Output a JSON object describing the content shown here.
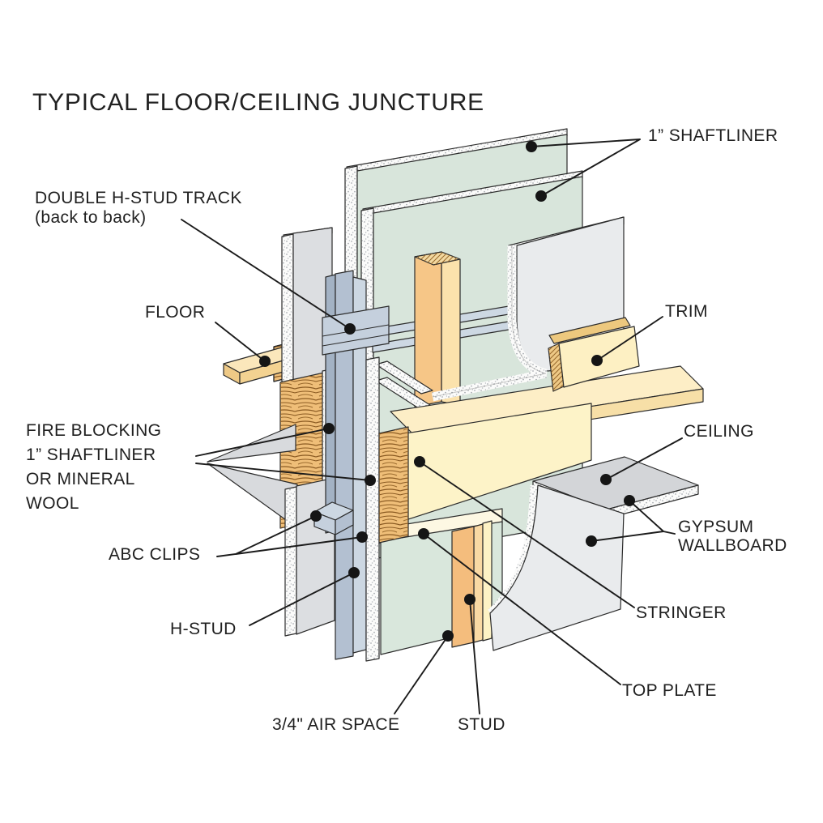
{
  "title": "TYPICAL FLOOR/CEILING JUNCTURE",
  "labels": {
    "shaftliner": "1” SHAFTLINER",
    "double_track": {
      "line1": "DOUBLE H-STUD TRACK",
      "line2": "(back to back)"
    },
    "floor": "FLOOR",
    "trim": "TRIM",
    "fire_blocking": {
      "line1": "FIRE BLOCKING",
      "line2": "1” SHAFTLINER",
      "line3": "OR MINERAL",
      "line4": "WOOL"
    },
    "ceiling": "CEILING",
    "gypsum": {
      "line1": "GYPSUM",
      "line2": "WALLBOARD"
    },
    "abc_clips": "ABC CLIPS",
    "h_stud": "H-STUD",
    "stringer": "STRINGER",
    "top_plate": "TOP PLATE",
    "air_space": "3/4\" AIR SPACE",
    "stud": "STUD"
  },
  "palette": {
    "line": "#1f1f1f",
    "green": "#d8e5db",
    "green_low": "#d9e7dc",
    "gray_panel": "#e4e6e8",
    "gray_panel2": "#dcdee1",
    "ceiling_top": "#d3d5d8",
    "wallboard": "#e9ebed",
    "wedge": "#d8dadd",
    "metal_web": "#b3c0d1",
    "metal_flange": "#ccd7e2",
    "metal_dark": "#a3b2c4",
    "metal_cap": "#c5d0dd",
    "strap": "#cdd8e3",
    "wood": "#efbe78",
    "post_face": "#f6c687",
    "post_side": "#fbe2ac",
    "post_top": "#f3d9a1",
    "floor_top": "#fdeec6",
    "floor_edge": "#f7dfa7",
    "plank_top": "#fbe7bb",
    "plank_front": "#f3d291",
    "plank_end": "#eec986",
    "stringer": "#fdf3c8",
    "topplate": "#fdf8e3",
    "stud_face": "#f4bd7d",
    "stud_side": "#f9d9a4",
    "cream_strip": "#fdf2c5",
    "trim_face": "#fdf0c3",
    "trim_bevel": "#edc87e"
  }
}
